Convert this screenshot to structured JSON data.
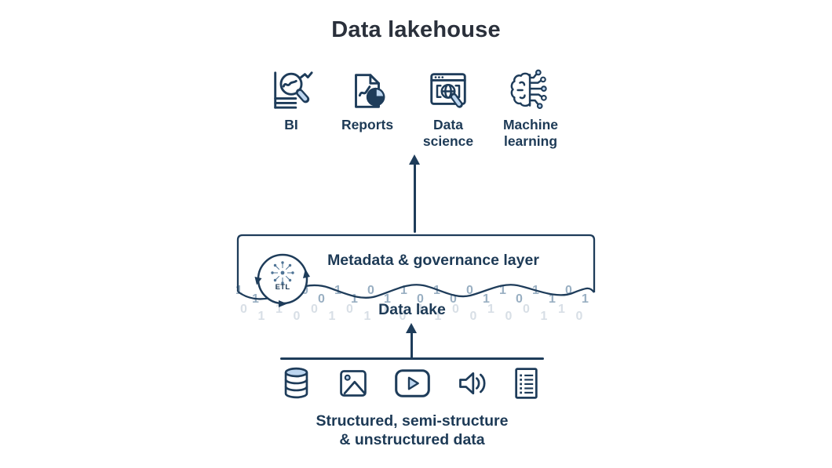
{
  "title": "Data lakehouse",
  "colors": {
    "ink": "#1e3c5a",
    "text": "#1d3a56",
    "title": "#2a303b",
    "accent_light_blue": "#bdd6f0",
    "binary_medium": "#99afc2",
    "binary_light": "#d8dfe6"
  },
  "outputs": {
    "items": [
      {
        "label": "BI",
        "icon": "bi-chart-magnifier-icon"
      },
      {
        "label": "Reports",
        "icon": "report-document-icon"
      },
      {
        "label": "Data science",
        "icon": "data-science-browser-icon"
      },
      {
        "label": "Machine learning",
        "icon": "machine-learning-brain-icon"
      }
    ]
  },
  "lakehouse": {
    "governance_label": "Metadata & governance layer",
    "etl_label": "ETL",
    "lake_label": "Data lake",
    "binary_rows": {
      "top": "1101001101101001101101",
      "bottom": "01100101101100100110"
    }
  },
  "sources": {
    "caption_line1": "Structured, semi-structure",
    "caption_line2": "& unstructured data",
    "icons": [
      "database-icon",
      "image-icon",
      "video-icon",
      "audio-icon",
      "document-list-icon"
    ]
  }
}
